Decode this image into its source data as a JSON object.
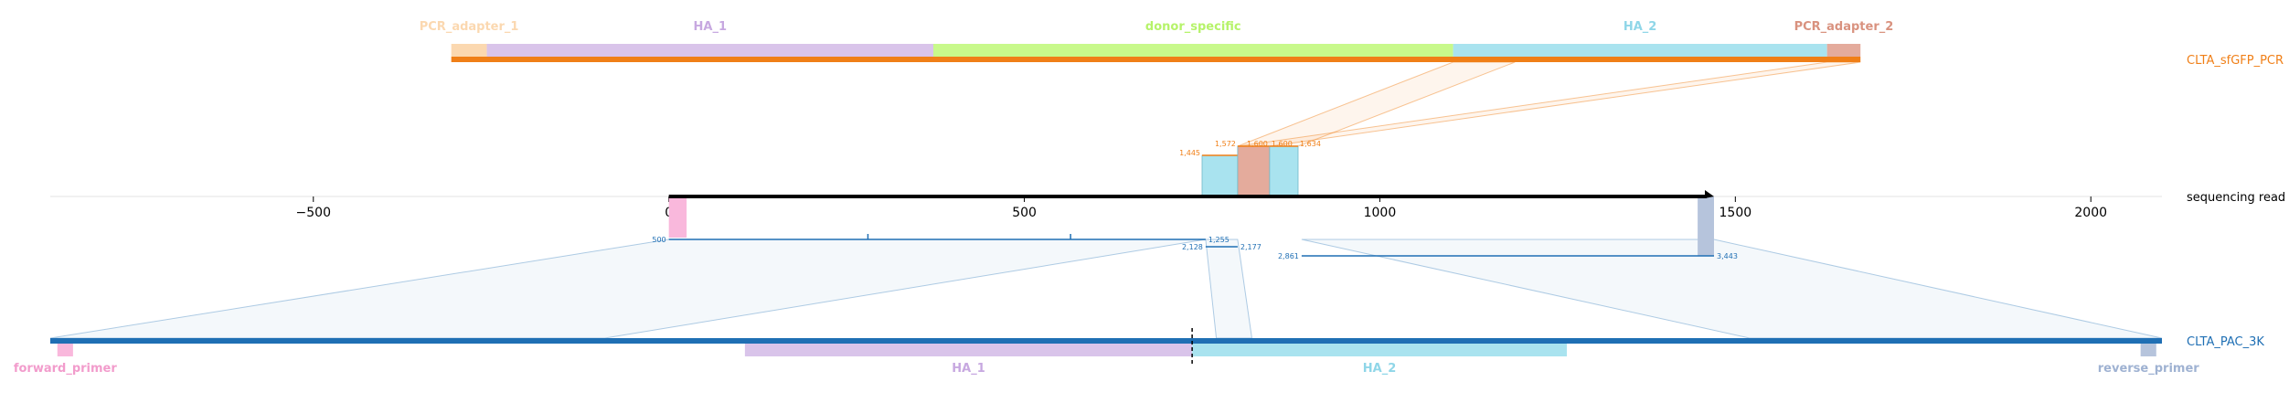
{
  "axis": {
    "min": -870,
    "max": 2100,
    "ticks": [
      -500,
      0,
      500,
      1000,
      1500,
      2000
    ],
    "tick_labels": [
      "−500",
      "0",
      "500",
      "1000",
      "1500",
      "2000"
    ]
  },
  "tracks": {
    "top": {
      "name": "CLTA_sfGFP_PCR",
      "color": "#f07f17",
      "range": [
        -306,
        1676
      ],
      "features": [
        {
          "label": "PCR_adapter_1",
          "start": -306,
          "end": -256,
          "color": "#fbd8b0",
          "text_color": "#fbd8b0"
        },
        {
          "label": "HA_1",
          "start": -256,
          "end": 372,
          "color": "#d9c4ea",
          "text_color": "#c7a8e0"
        },
        {
          "label": "donor_specific",
          "start": 372,
          "end": 1103,
          "color": "#c8f98b",
          "text_color": "#b6f36a"
        },
        {
          "label": "HA_2",
          "start": 1103,
          "end": 1629,
          "color": "#a9e3ef",
          "text_color": "#8fd6e8"
        },
        {
          "label": "PCR_adapter_2",
          "start": 1629,
          "end": 1676,
          "color": "#e4ab9c",
          "text_color": "#d9927f"
        }
      ]
    },
    "read": {
      "name": "sequencing read",
      "range": [
        0,
        1470
      ]
    },
    "bottom": {
      "name": "CLTA_PAC_3K",
      "color": "#1f6fb4",
      "range": [
        -870,
        2100
      ],
      "features": [
        {
          "label": "forward_primer",
          "start": -860,
          "end": -838,
          "color": "#f9b8dc",
          "text_color": "#f29ccc"
        },
        {
          "label": "HA_1",
          "start": 107,
          "end": 736,
          "color": "#d9c4ea",
          "text_color": "#c7a8e0"
        },
        {
          "label": "HA_2",
          "start": 736,
          "end": 1263,
          "color": "#a9e3ef",
          "text_color": "#8fd6e8"
        },
        {
          "label": "reverse_primer",
          "start": 2070,
          "end": 2092,
          "color": "#b6c4dc",
          "text_color": "#9fb2d2"
        }
      ]
    }
  },
  "read_markers": [
    {
      "start": 0,
      "end": 25,
      "color": "#f9b8dc"
    },
    {
      "start": 1447,
      "end": 1470,
      "color": "#b6c4dc"
    }
  ],
  "alignments_top": [
    {
      "read": [
        750,
        800
      ],
      "labels": [
        "1,445",
        "1,572"
      ],
      "fill": "#a9e3ef",
      "stroke": "#f07f17",
      "level": 1
    },
    {
      "read": [
        800,
        845
      ],
      "labels": [
        "1,572",
        "1,600"
      ],
      "fill": "#e4ab9c",
      "stroke": "#f07f17",
      "level": 2
    },
    {
      "read": [
        845,
        885
      ],
      "labels": [
        "1,600",
        "1,634"
      ],
      "fill": "#a9e3ef",
      "stroke": "#f07f17",
      "level": 2
    }
  ],
  "alignments_bottom": [
    {
      "read": [
        0,
        755
      ],
      "labels": [
        "500",
        "1,255"
      ],
      "level": 1
    },
    {
      "read": [
        755,
        800
      ],
      "labels": [
        "2,128",
        "2,177"
      ],
      "level": 2
    },
    {
      "read": [
        890,
        1470
      ],
      "labels": [
        "2,861",
        "3,443"
      ],
      "level": 3
    }
  ],
  "read_ticks": [
    280,
    565
  ],
  "top_trapezoids": [
    {
      "read": [
        800,
        845
      ],
      "top": [
        1629,
        1676
      ]
    },
    {
      "read": [
        800,
        885
      ],
      "top": [
        1103,
        1190
      ]
    }
  ],
  "bottom_trapezoids": [
    {
      "read": [
        0,
        755
      ],
      "bottom": [
        -870,
        -90
      ]
    },
    {
      "read": [
        755,
        800
      ],
      "bottom": [
        770,
        820
      ]
    },
    {
      "read": [
        890,
        1470
      ],
      "bottom": [
        1520,
        2100
      ]
    }
  ],
  "cut_site": 736
}
